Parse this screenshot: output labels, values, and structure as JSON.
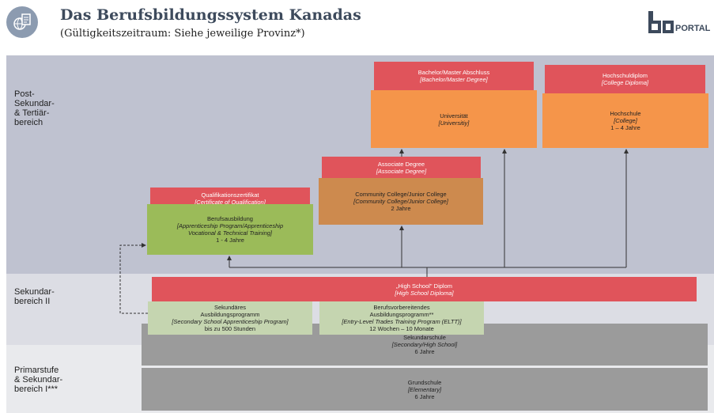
{
  "header": {
    "title": "Das Berufsbildungssystem Kanadas",
    "subtitle": "(Gültigkeitszeitraum: Siehe jeweilige Provinz*)",
    "icon": "globe-document-icon",
    "logo_text": "PORTAL",
    "logo_mark": "bq"
  },
  "levels": {
    "post": "Post-\nSekundar-\n& Tertiär-\nbereich",
    "sek": "Sekundar-\nbereich II",
    "prim": "Primarstufe\n& Sekundar-\nbereich I***"
  },
  "boxes": {
    "bachelor": {
      "line1": "Bachelor/Master Abschluss",
      "line2": "[Bachelor/Master Degree]"
    },
    "uni": {
      "line1": "Universität",
      "line2": "[Universitiy]"
    },
    "hochschuldiplom": {
      "line1": "Hochschuldiplom",
      "line2": "[College Diploma]"
    },
    "hochschule": {
      "line1": "Hochschule",
      "line2": "[College]",
      "line3": "1 – 4 Jahre"
    },
    "associate": {
      "line1": "Associate Degree",
      "line2": "[Associate Degree]"
    },
    "community": {
      "line1": "Community College/Junior College",
      "line2": "[Community College/Junior College]",
      "line3": "2 Jahre"
    },
    "quali": {
      "line1": "Qualifikationszertifikat",
      "line2": "[Certificate of Qualification]"
    },
    "berufsausbildung": {
      "line1": "Berufsausbildung",
      "line2": "[Apprenticeship Program/Apprenticeship\nVocational & Technical Training]",
      "line3": "1 - 4 Jahre"
    },
    "highschool": {
      "line1": "„High School\" Diplom",
      "line2": "[High School Diploma]"
    },
    "sek_ausbildung": {
      "line1": "Sekundäres\nAusbildungsprogramm",
      "line2": "[Secondary School Apprenticeship Program]",
      "line3": "bis zu 500 Stunden"
    },
    "berufsvorb": {
      "line1": "Berufsvorbereitendes\nAusbildungsprogramm**",
      "line2": "[Entry-Level Trades Training Program (ELTT)]",
      "line3": "12 Wochen – 10 Monate"
    },
    "sekundarschule": {
      "line1": "Sekundarschule",
      "line2": "[Secondary/High School]",
      "line3": "6 Jahre"
    },
    "grundschule": {
      "line1": "Grundschule",
      "line2": "[Elementary]",
      "line3": "6 Jahre"
    }
  },
  "colors": {
    "red": "#e0545b",
    "orange": "#f5954a",
    "community_orange": "#cd8a4e",
    "green": "#9bbb59",
    "light_green": "#c5d5b0",
    "gray": "#9b9b9b",
    "band_post": "#bfc2d0",
    "band_sek": "#dcdde4",
    "band_prim": "#e9eaed"
  }
}
